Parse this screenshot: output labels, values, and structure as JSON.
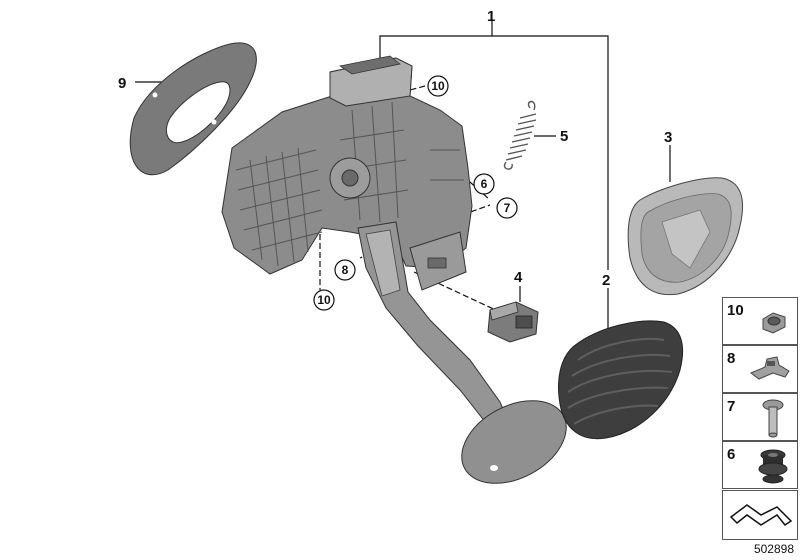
{
  "diagram": {
    "callouts": {
      "c1": "1",
      "c2": "2",
      "c3": "3",
      "c4": "4",
      "c5": "5",
      "c9": "9",
      "c6": "6",
      "c7": "7",
      "c8": "8",
      "c10a": "10",
      "c10b": "10"
    },
    "legend": [
      {
        "number": "10",
        "icon": "nut-icon"
      },
      {
        "number": "8",
        "icon": "clip-icon"
      },
      {
        "number": "7",
        "icon": "rivet-icon"
      },
      {
        "number": "6",
        "icon": "grommet-icon"
      }
    ],
    "diagram_id": "502898"
  },
  "colors": {
    "part_fill": "#8e8e8e",
    "part_dark": "#5a5a5a",
    "pad_dark": "#3c3c3c",
    "line": "#111111"
  }
}
